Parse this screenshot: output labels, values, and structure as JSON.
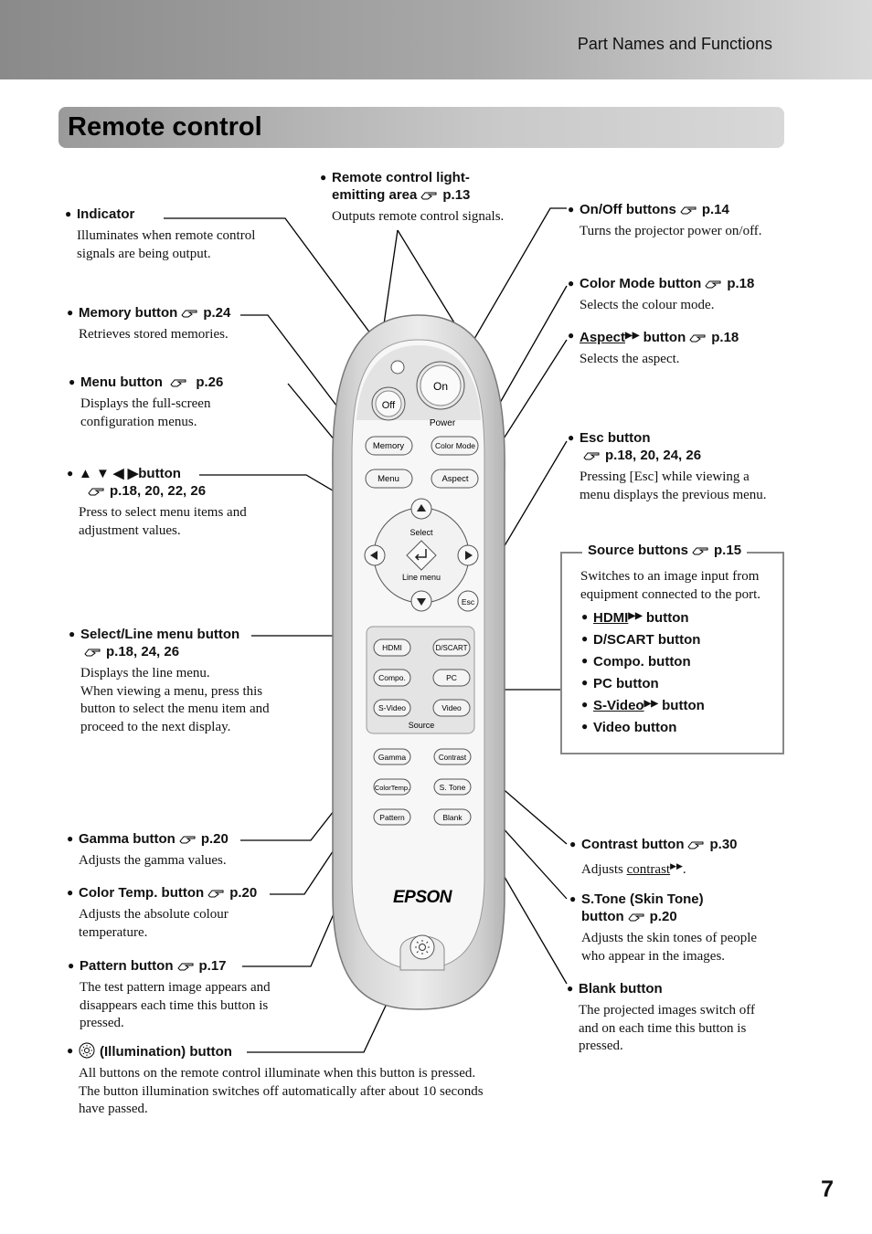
{
  "header": {
    "section": "Part Names and Functions"
  },
  "title": "Remote control",
  "page_number": "7",
  "bullet": "●",
  "labels": {
    "light": {
      "title_1": "Remote control light-",
      "title_2": "emitting area",
      "ref": "p.13",
      "desc": "Outputs remote control signals."
    },
    "indicator": {
      "title": "Indicator",
      "desc_1": "Illuminates when remote control",
      "desc_2": "signals are being output."
    },
    "memory": {
      "title": "Memory button",
      "ref": "p.24",
      "desc": "Retrieves stored memories."
    },
    "menu": {
      "title": "Menu button",
      "ref": "p.26",
      "desc_1": "Displays the full-screen",
      "desc_2": "configuration menus."
    },
    "arrows": {
      "title": "▲ ▼ ◀ ▶button",
      "ref": "p.18, 20, 22, 26",
      "desc_1": "Press to select menu items and",
      "desc_2": "adjustment values."
    },
    "select": {
      "title": "Select/Line menu button",
      "ref": "p.18, 24, 26",
      "desc_1": "Displays the line menu.",
      "desc_2": "When viewing a menu, press this",
      "desc_3": "button to select the menu item and",
      "desc_4": "proceed to the next display."
    },
    "gamma": {
      "title": "Gamma button",
      "ref": "p.20",
      "desc": "Adjusts the gamma values."
    },
    "colortemp": {
      "title": "Color Temp. button",
      "ref": "p.20",
      "desc_1": "Adjusts the absolute colour",
      "desc_2": "temperature."
    },
    "pattern": {
      "title": "Pattern button",
      "ref": "p.17",
      "desc_1": "The test pattern image appears and",
      "desc_2": "disappears each time this button is",
      "desc_3": "pressed."
    },
    "illum": {
      "title": "(Illumination) button",
      "desc_1": "All buttons on the remote control illuminate when this button is pressed.",
      "desc_2": "The button illumination switches off automatically after about 10 seconds",
      "desc_3": "have passed."
    },
    "onoff": {
      "title": "On/Off buttons",
      "ref": "p.14",
      "desc": "Turns the projector power on/off."
    },
    "colormode": {
      "title": "Color Mode button",
      "ref": "p.18",
      "desc": "Selects the colour mode."
    },
    "aspect": {
      "title_link": "Aspect",
      "title_rest": "button",
      "ref": "p.18",
      "desc": "Selects the aspect."
    },
    "esc": {
      "title": "Esc button",
      "ref": "p.18, 20, 24, 26",
      "desc_1": "Pressing [Esc] while viewing a",
      "desc_2": "menu displays the previous menu."
    },
    "source": {
      "title": "Source buttons",
      "ref": "p.15",
      "desc_1": "Switches to an image input from",
      "desc_2": "equipment connected to the port.",
      "items": [
        {
          "link": "HDMI",
          "rest": "button"
        },
        {
          "link": "",
          "rest": "D/SCART button"
        },
        {
          "link": "",
          "rest": "Compo. button"
        },
        {
          "link": "",
          "rest": "PC button"
        },
        {
          "link": "S-Video",
          "rest": "button"
        },
        {
          "link": "",
          "rest": "Video button"
        }
      ]
    },
    "contrast": {
      "title": "Contrast button",
      "ref": "p.30",
      "desc_pre": "Adjusts ",
      "desc_link": "contrast",
      "desc_post": "."
    },
    "stone": {
      "title_1": "S.Tone (Skin Tone)",
      "title_2": "button",
      "ref": "p.20",
      "desc_1": "Adjusts the skin tones of people",
      "desc_2": "who appear in the images."
    },
    "blank": {
      "title": "Blank button",
      "desc_1": "The projected images switch off",
      "desc_2": "and on each time this button is",
      "desc_3": "pressed."
    }
  },
  "remote": {
    "off": "Off",
    "on": "On",
    "power": "Power",
    "memory": "Memory",
    "colormode": "Color Mode",
    "menu": "Menu",
    "aspect": "Aspect",
    "select": "Select",
    "line_menu": "Line menu",
    "esc": "Esc",
    "hdmi": "HDMI",
    "dscart": "D/SCART",
    "compo": "Compo.",
    "pc": "PC",
    "svideo": "S-Video",
    "video": "Video",
    "source": "Source",
    "gamma": "Gamma",
    "contrast": "Contrast",
    "colortemp": "ColorTemp.",
    "stone": "S. Tone",
    "pattern": "Pattern",
    "blank": "Blank",
    "brand": "EPSON"
  }
}
